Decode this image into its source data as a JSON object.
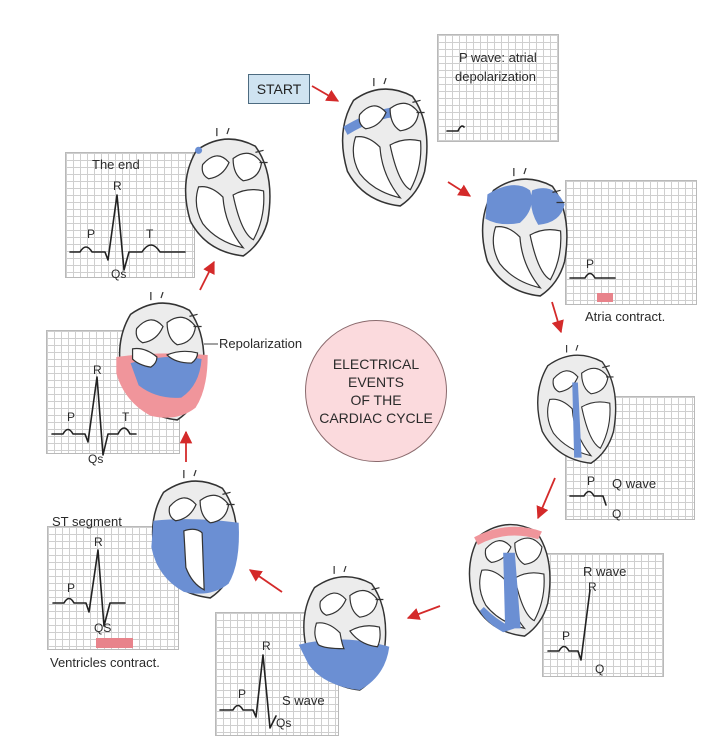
{
  "start_label": "START",
  "center_title": [
    "ELECTRICAL",
    "EVENTS",
    "OF THE",
    "CARDIAC CYCLE"
  ],
  "steps": {
    "p_wave": {
      "caption": [
        "P wave: atrial",
        "depolarization"
      ]
    },
    "atria": {
      "caption": "Atria contract.",
      "wave_p": "P"
    },
    "q_wave": {
      "wave_p": "P",
      "caption": "Q wave",
      "wave_q": "Q"
    },
    "r_wave": {
      "caption": "R wave",
      "wave_r": "R",
      "wave_p": "P",
      "wave_q": "Q"
    },
    "s_wave": {
      "wave_r": "R",
      "wave_p": "P",
      "caption": "S wave",
      "wave_qs": "Qs"
    },
    "st_segment": {
      "caption": "ST segment",
      "wave_r": "R",
      "wave_p": "P",
      "wave_qs": "QS",
      "caption2": "Ventricles contract."
    },
    "repolarization": {
      "caption": "Repolarization",
      "wave_r": "R",
      "wave_p": "P",
      "wave_t": "T",
      "wave_qs": "Qs"
    },
    "the_end": {
      "caption": "The end",
      "wave_r": "R",
      "wave_p": "P",
      "wave_t": "T",
      "wave_qs": "Qs"
    }
  },
  "colors": {
    "blue": "#6b8fd3",
    "pink": "#f0959b",
    "arrow": "#d42a2a",
    "start_box": "#cfe3f1",
    "center_fill": "#fbdadd"
  }
}
